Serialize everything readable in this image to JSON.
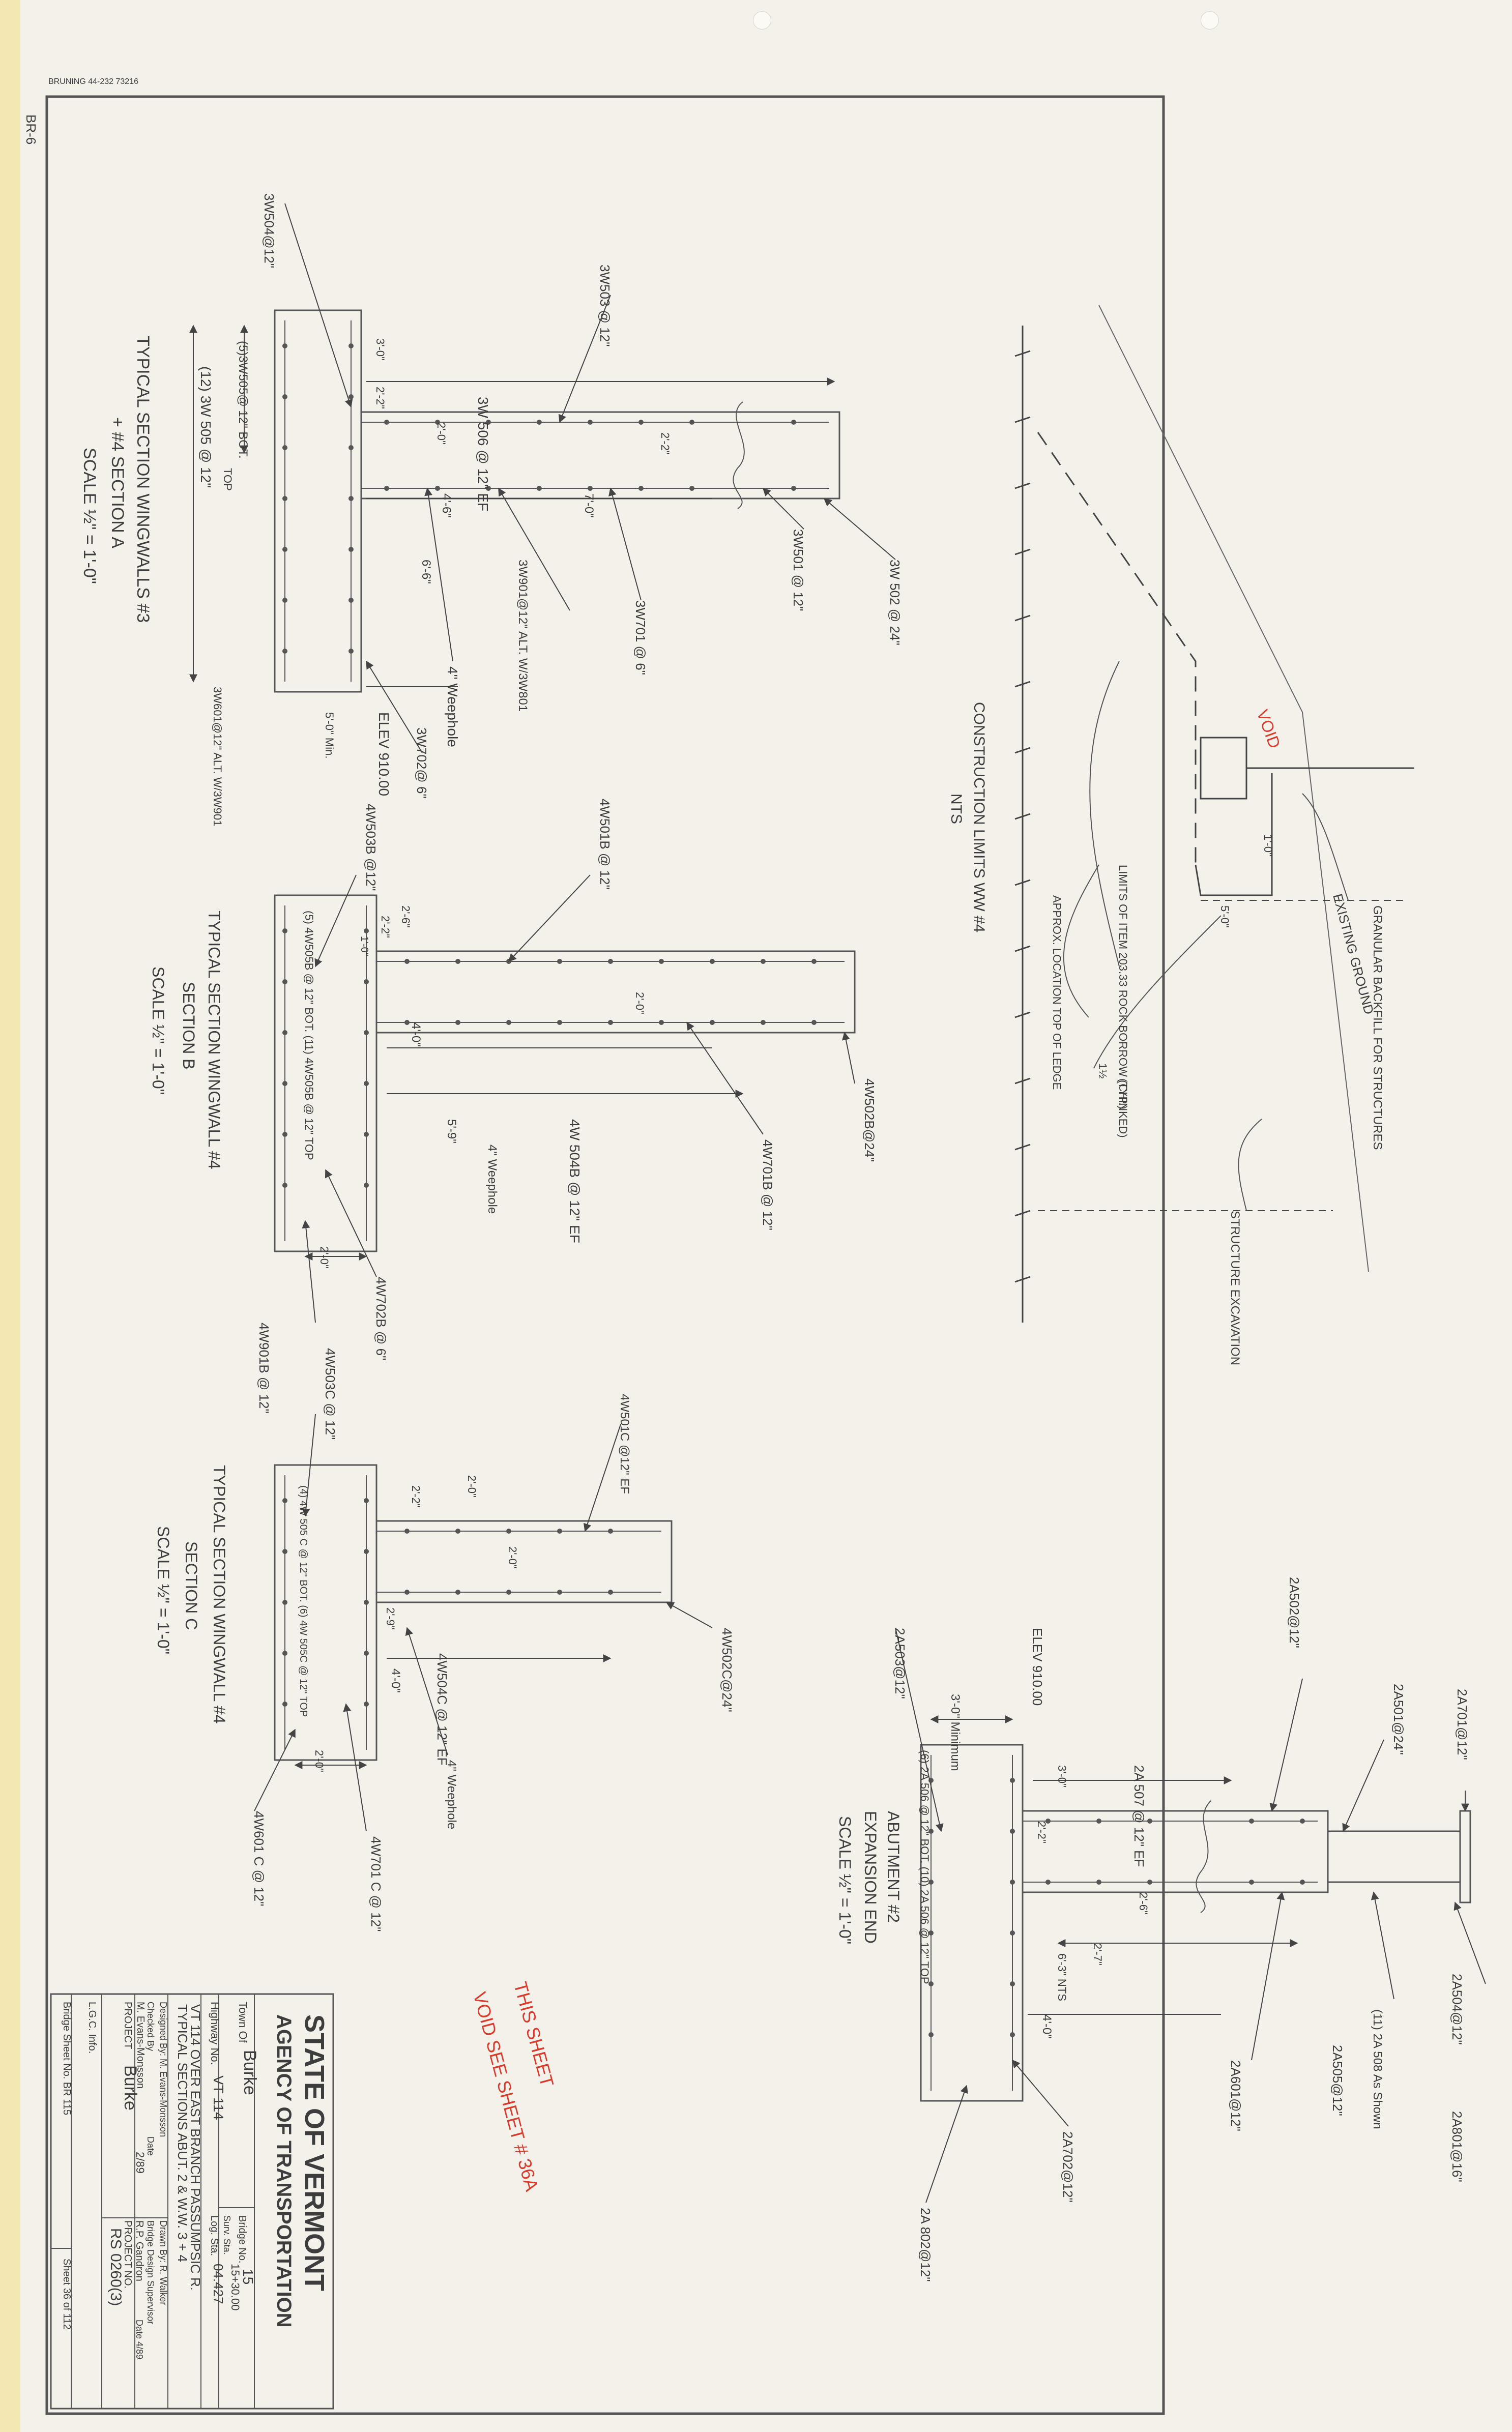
{
  "header": {
    "stamp": "BRUNING 44-232 73216",
    "sheet_tag": "BR-6"
  },
  "colors": {
    "paper": "#f3f1ea",
    "ink": "#3d3d3d",
    "border": "#555555",
    "void_red": "#d93a2b",
    "strip": "#f3e7b3"
  },
  "construction_limits": {
    "title": "CONSTRUCTION LIMITS WW #4",
    "scale": "NTS",
    "labels": {
      "void": "VOID",
      "granular": "GRANULAR BACKFILL FOR STRUCTURES",
      "existing_ground": "EXISTING GROUND",
      "limits_item": "LIMITS OF ITEM 203.33 ROCK BORROW (CHINKED)",
      "approx_location": "APPROX. LOCATION TOP OF LEDGE",
      "structure_excavation": "STRUCTURE EXCAVATION",
      "tip": "(TYP.)",
      "dim_1_0": "1'-0\"",
      "dim_5_0": "5'-0\"",
      "slope": "1½"
    }
  },
  "section_a": {
    "title": "TYPICAL SECTION WINGWALLS #3",
    "subtitle": "+ #4  SECTION A",
    "scale": "SCALE ½\" = 1'-0\"",
    "labels": {
      "top_rebar": "3W504@12\"",
      "w503": "3W503 @ 12\"",
      "w506": "3W 506 @ 12\" EF",
      "w505": "(12) 3W 505 @ 12\"",
      "w505_top": "TOP",
      "w505c": "(5)3W505@ 12\" BOT.",
      "w501": "3W501 @ 12\"",
      "w502": "3W 502 @ 24\"",
      "w701": "3W701 @ 6\"",
      "w901": "3W901@12\" ALT. W/3W801",
      "w702": "3W702@ 6\"",
      "w601": "3W601@12\" ALT. W/3W901",
      "weephole": "4\" Weephole",
      "elev": "ELEV 910.00",
      "d3_0": "3'-0\"",
      "d2_2a": "2'-2\"",
      "d2_0": "2'-0\"",
      "d2_2b": "2'-2\"",
      "d4_6": "4'-6\"",
      "d7_0": "7'-0\"",
      "d6_6": "6'-6\"",
      "d5_0": "5'-0\" Min."
    }
  },
  "section_b": {
    "title": "TYPICAL SECTION WINGWALL #4",
    "subtitle": "SECTION B",
    "scale": "SCALE ½\" = 1'-0\"",
    "labels": {
      "w501b": "4W501B @ 12\"",
      "w502b": "4W502B@24\"",
      "w503b": "4W503B @12\"",
      "w505b": "(5) 4W505B @ 12\" BOT. (11) 4W505B @ 12\" TOP",
      "w504b": "4W 504B @ 12\" EF",
      "w701b": "4W701B @ 12\"",
      "w702b": "4W702B @ 6\"",
      "w901b": "4W901B @ 12\"",
      "weephole": "4\" Weephole",
      "d2_2": "2'-2\"",
      "d1_0": "1'-0\"",
      "d2_6": "2'-6\"",
      "d2_0": "2'-0\"",
      "d4_0": "4'-0\"",
      "d5_9": "5'-9\"",
      "d2_0b": "2'-0\""
    }
  },
  "section_c": {
    "title": "TYPICAL SECTION WINGWALL #4",
    "subtitle": "SECTION C",
    "scale": "SCALE ½\" = 1'-0\"",
    "labels": {
      "w501c": "4W501C @12\" EF",
      "w502c": "4W502C@24\"",
      "w503c": "4W503C @ 12\"",
      "w505c": "(4) 4W 505 C @ 12\" BOT. (6) 4W 505C @ 12\" TOP",
      "w504c": "4W504C @ 12\" EF",
      "w601c": "4W601 C @ 12\"",
      "w701c": "4W701 C @ 12\"",
      "weephole": "4\" Weephole",
      "d2_2": "2'-2\"",
      "d2_0": "2'-0\"",
      "d2_0b": "2'-0\"",
      "d2_9": "2'-9\"",
      "d4_0": "4'-0\"",
      "d2_0c": "2'-0\""
    }
  },
  "abutment": {
    "title": "ABUTMENT #2",
    "subtitle": "EXPANSION END",
    "scale": "SCALE ½\" = 1'-0\"",
    "labels": {
      "a503": "2A503@12\"",
      "elev": "ELEV 910.00",
      "a502": "2A502@12\"",
      "a501": "2A501@24\"",
      "a701": "2A701@12\"",
      "a507": "2A 507 @ 12\" EF",
      "a506": "(6) 2A 506 @ 12\" BOT. (10) 2A 506 @ 12\" TOP",
      "a504": "2A504@12\"",
      "a801": "2A801@16\"",
      "a508": "(11) 2A 508 As Shown",
      "a505": "2A505@12\"",
      "a601": "2A601@12\"",
      "a702": "2A702@12\"",
      "a802": "2A 802@12\"",
      "d3_0": "3'-0\" Minimum",
      "d3_0b": "3'-0\"",
      "d2_2": "2'-2\"",
      "d2_6": "2'-6\"",
      "d2_7": "2'-7\"",
      "d6_3": "6'-3\" NTS",
      "d4_0": "4'-0\""
    }
  },
  "void_note": {
    "line1": "THIS SHEET",
    "line2": "VOID SEE SHEET # 36A"
  },
  "title_block": {
    "state": "STATE OF VERMONT",
    "agency": "AGENCY OF TRANSPORTATION",
    "town_label": "Town Of",
    "town": "Burke",
    "bridge_no_label": "Bridge No.",
    "bridge_no": "15",
    "highway_label": "Highway No.",
    "highway": "VT 114",
    "log_sta_label": "Log. Sta.",
    "log_sta": "04.427",
    "surv_sta_label": "Surv. Sta.",
    "surv_sta": "15+30.00",
    "project_desc": "VT 114 OVER EAST BRANCH PASSUMPSIC R.",
    "drawing_title": "TYPICAL SECTIONS ABUT. 2 & W.W. 3 + 4",
    "designed": "Designed By: M. Evans-Monsson",
    "drawn": "Drawn By: R. Walker",
    "checked": "Checked By",
    "supervisor_label": "Bridge Design Supervisor",
    "checker": "M. Evans-Monsson",
    "date_label": "Date",
    "checked_date": "2/89",
    "supervisor": "R.P. Gandron",
    "sup_date": "Date 4/89",
    "project_label": "PROJECT",
    "project": "Burke",
    "project_no_label": "PROJECT NO.",
    "project_no": "RS 0260(3)",
    "lgc": "L.G.C. Info.",
    "bridge_sheet": "Bridge Sheet No. BR 115",
    "sheet": "Sheet 36 of 112"
  }
}
